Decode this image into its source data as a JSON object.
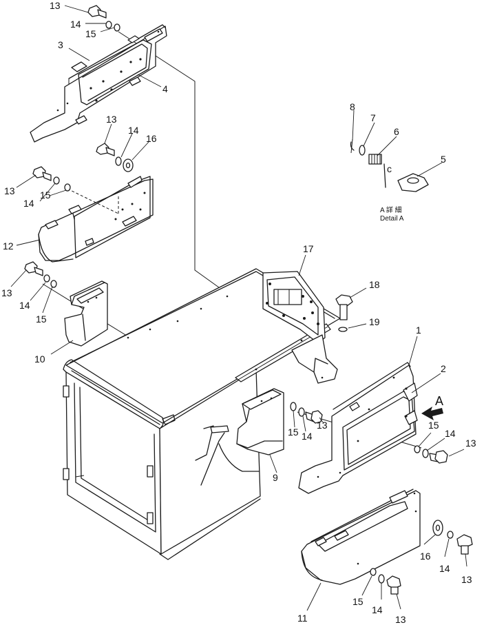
{
  "labels": {
    "p1": "1",
    "p2": "2",
    "p3": "3",
    "p4": "4",
    "p5": "5",
    "p6": "6",
    "p7": "7",
    "p8": "8",
    "p9": "9",
    "p10": "10",
    "p11": "11",
    "p12": "12",
    "p13": "13",
    "p14": "14",
    "p15": "15",
    "p16": "16",
    "p17": "17",
    "p18": "18",
    "p19": "19"
  },
  "detail": {
    "jp": "A 詳 細",
    "en": "Detail A",
    "view_letter": "A",
    "clip_letter": "c"
  }
}
